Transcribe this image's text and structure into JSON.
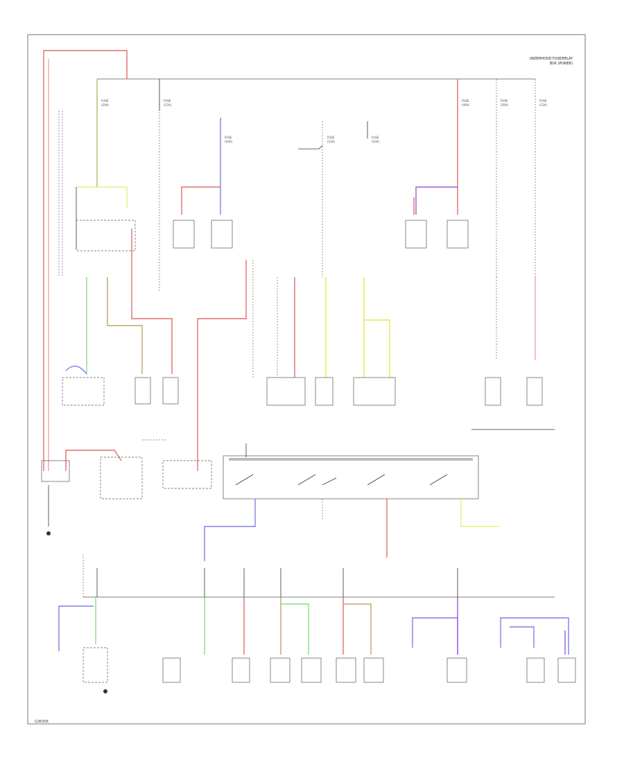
{
  "header": {
    "line1": "UNDERHOOD FUSE/RELAY",
    "line2": "BOX (POWER)"
  },
  "footer": {
    "code": "G36306"
  },
  "colors": {
    "red": "#e36b6b",
    "blue": "#7f7fe8",
    "yellow": "#e6e64a",
    "green": "#7fe07f",
    "purple": "#9b59d6",
    "tan": "#c2a36b",
    "olive": "#b6b66a",
    "black": "#333333",
    "gray": "#999999"
  }
}
